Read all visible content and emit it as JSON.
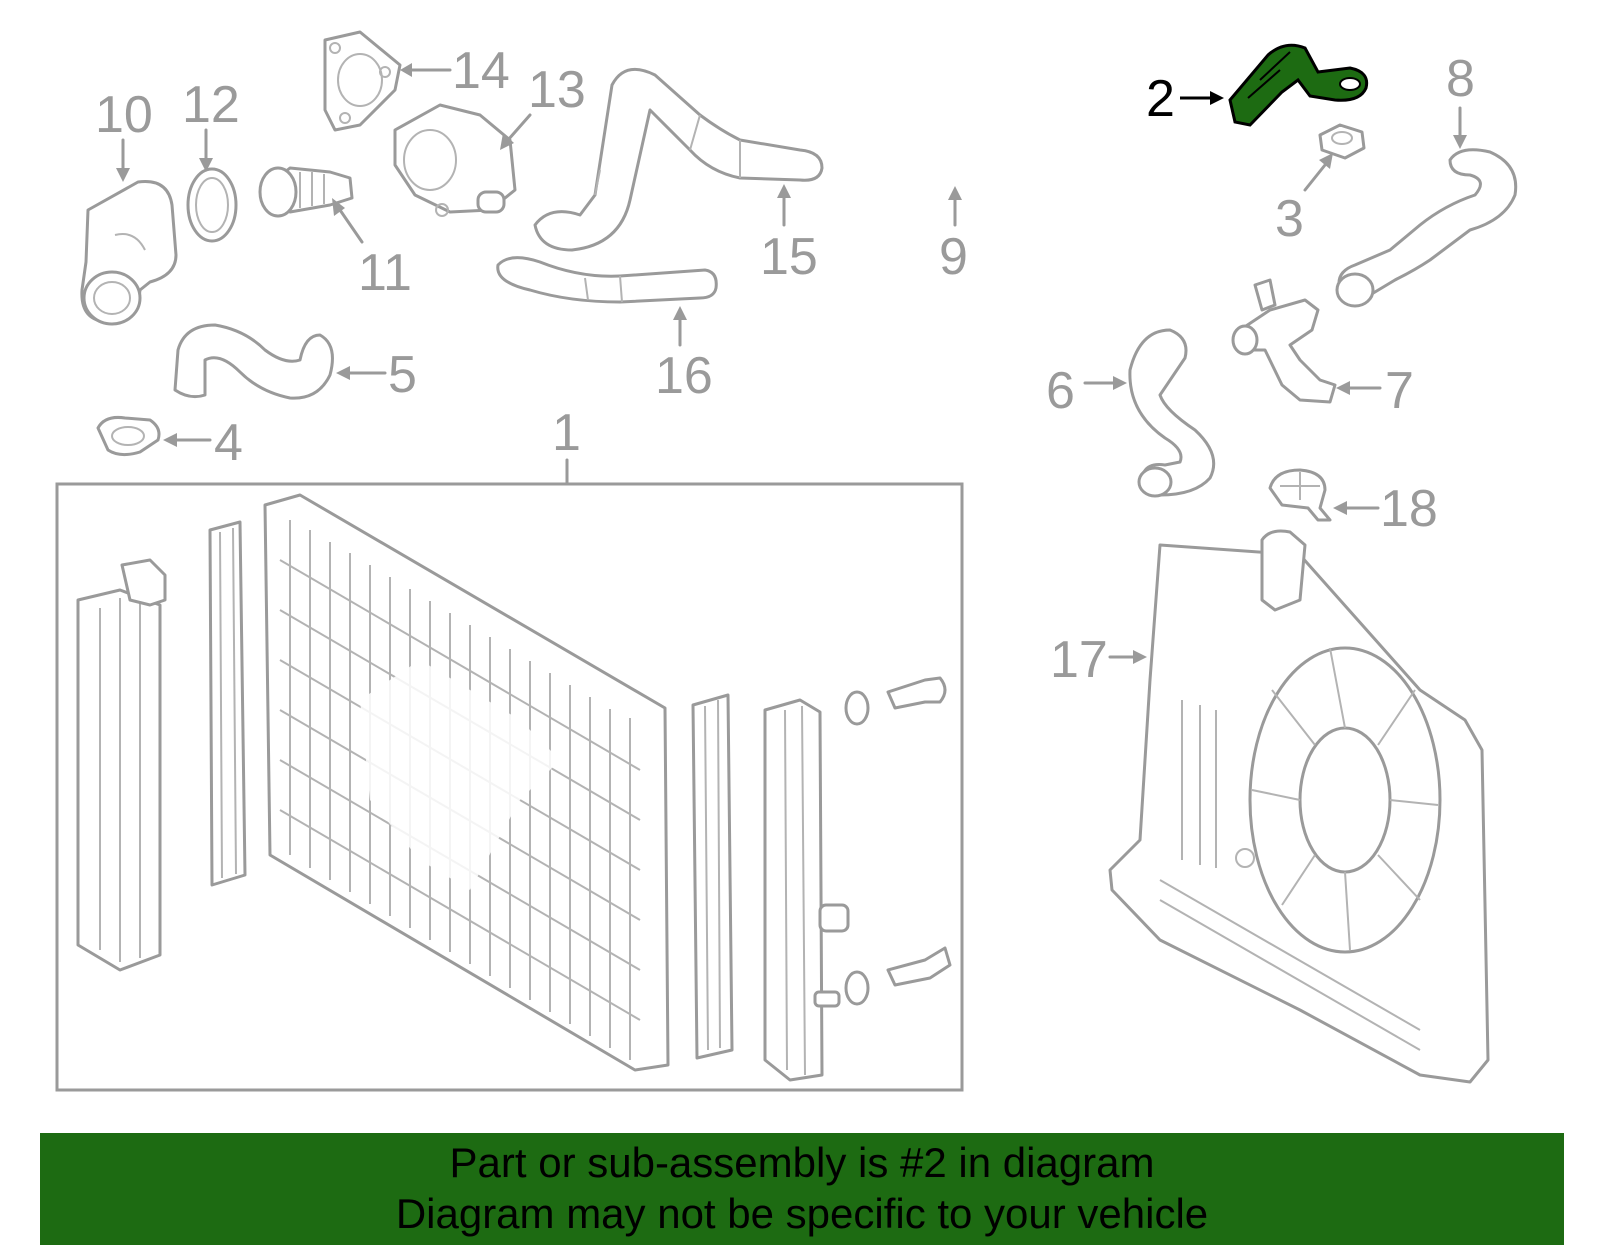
{
  "callouts": [
    {
      "id": "1",
      "text": "1"
    },
    {
      "id": "2",
      "text": "2"
    },
    {
      "id": "3",
      "text": "3"
    },
    {
      "id": "4",
      "text": "4"
    },
    {
      "id": "5",
      "text": "5"
    },
    {
      "id": "6",
      "text": "6"
    },
    {
      "id": "7",
      "text": "7"
    },
    {
      "id": "8",
      "text": "8"
    },
    {
      "id": "9",
      "text": "9"
    },
    {
      "id": "10",
      "text": "10"
    },
    {
      "id": "11",
      "text": "11"
    },
    {
      "id": "12",
      "text": "12"
    },
    {
      "id": "13",
      "text": "13"
    },
    {
      "id": "14",
      "text": "14"
    },
    {
      "id": "15",
      "text": "15"
    },
    {
      "id": "16",
      "text": "16"
    },
    {
      "id": "17",
      "text": "17"
    },
    {
      "id": "18",
      "text": "18"
    }
  ],
  "highlight": {
    "part": "2",
    "color": "#1d6b12"
  },
  "colors": {
    "line_art": "#9a9a9a",
    "banner_bg": "#1d6b12",
    "banner_text": "#000000"
  },
  "banner": {
    "line1": "Part or sub-assembly is #2 in diagram",
    "line2": "Diagram may not be specific to your vehicle"
  }
}
